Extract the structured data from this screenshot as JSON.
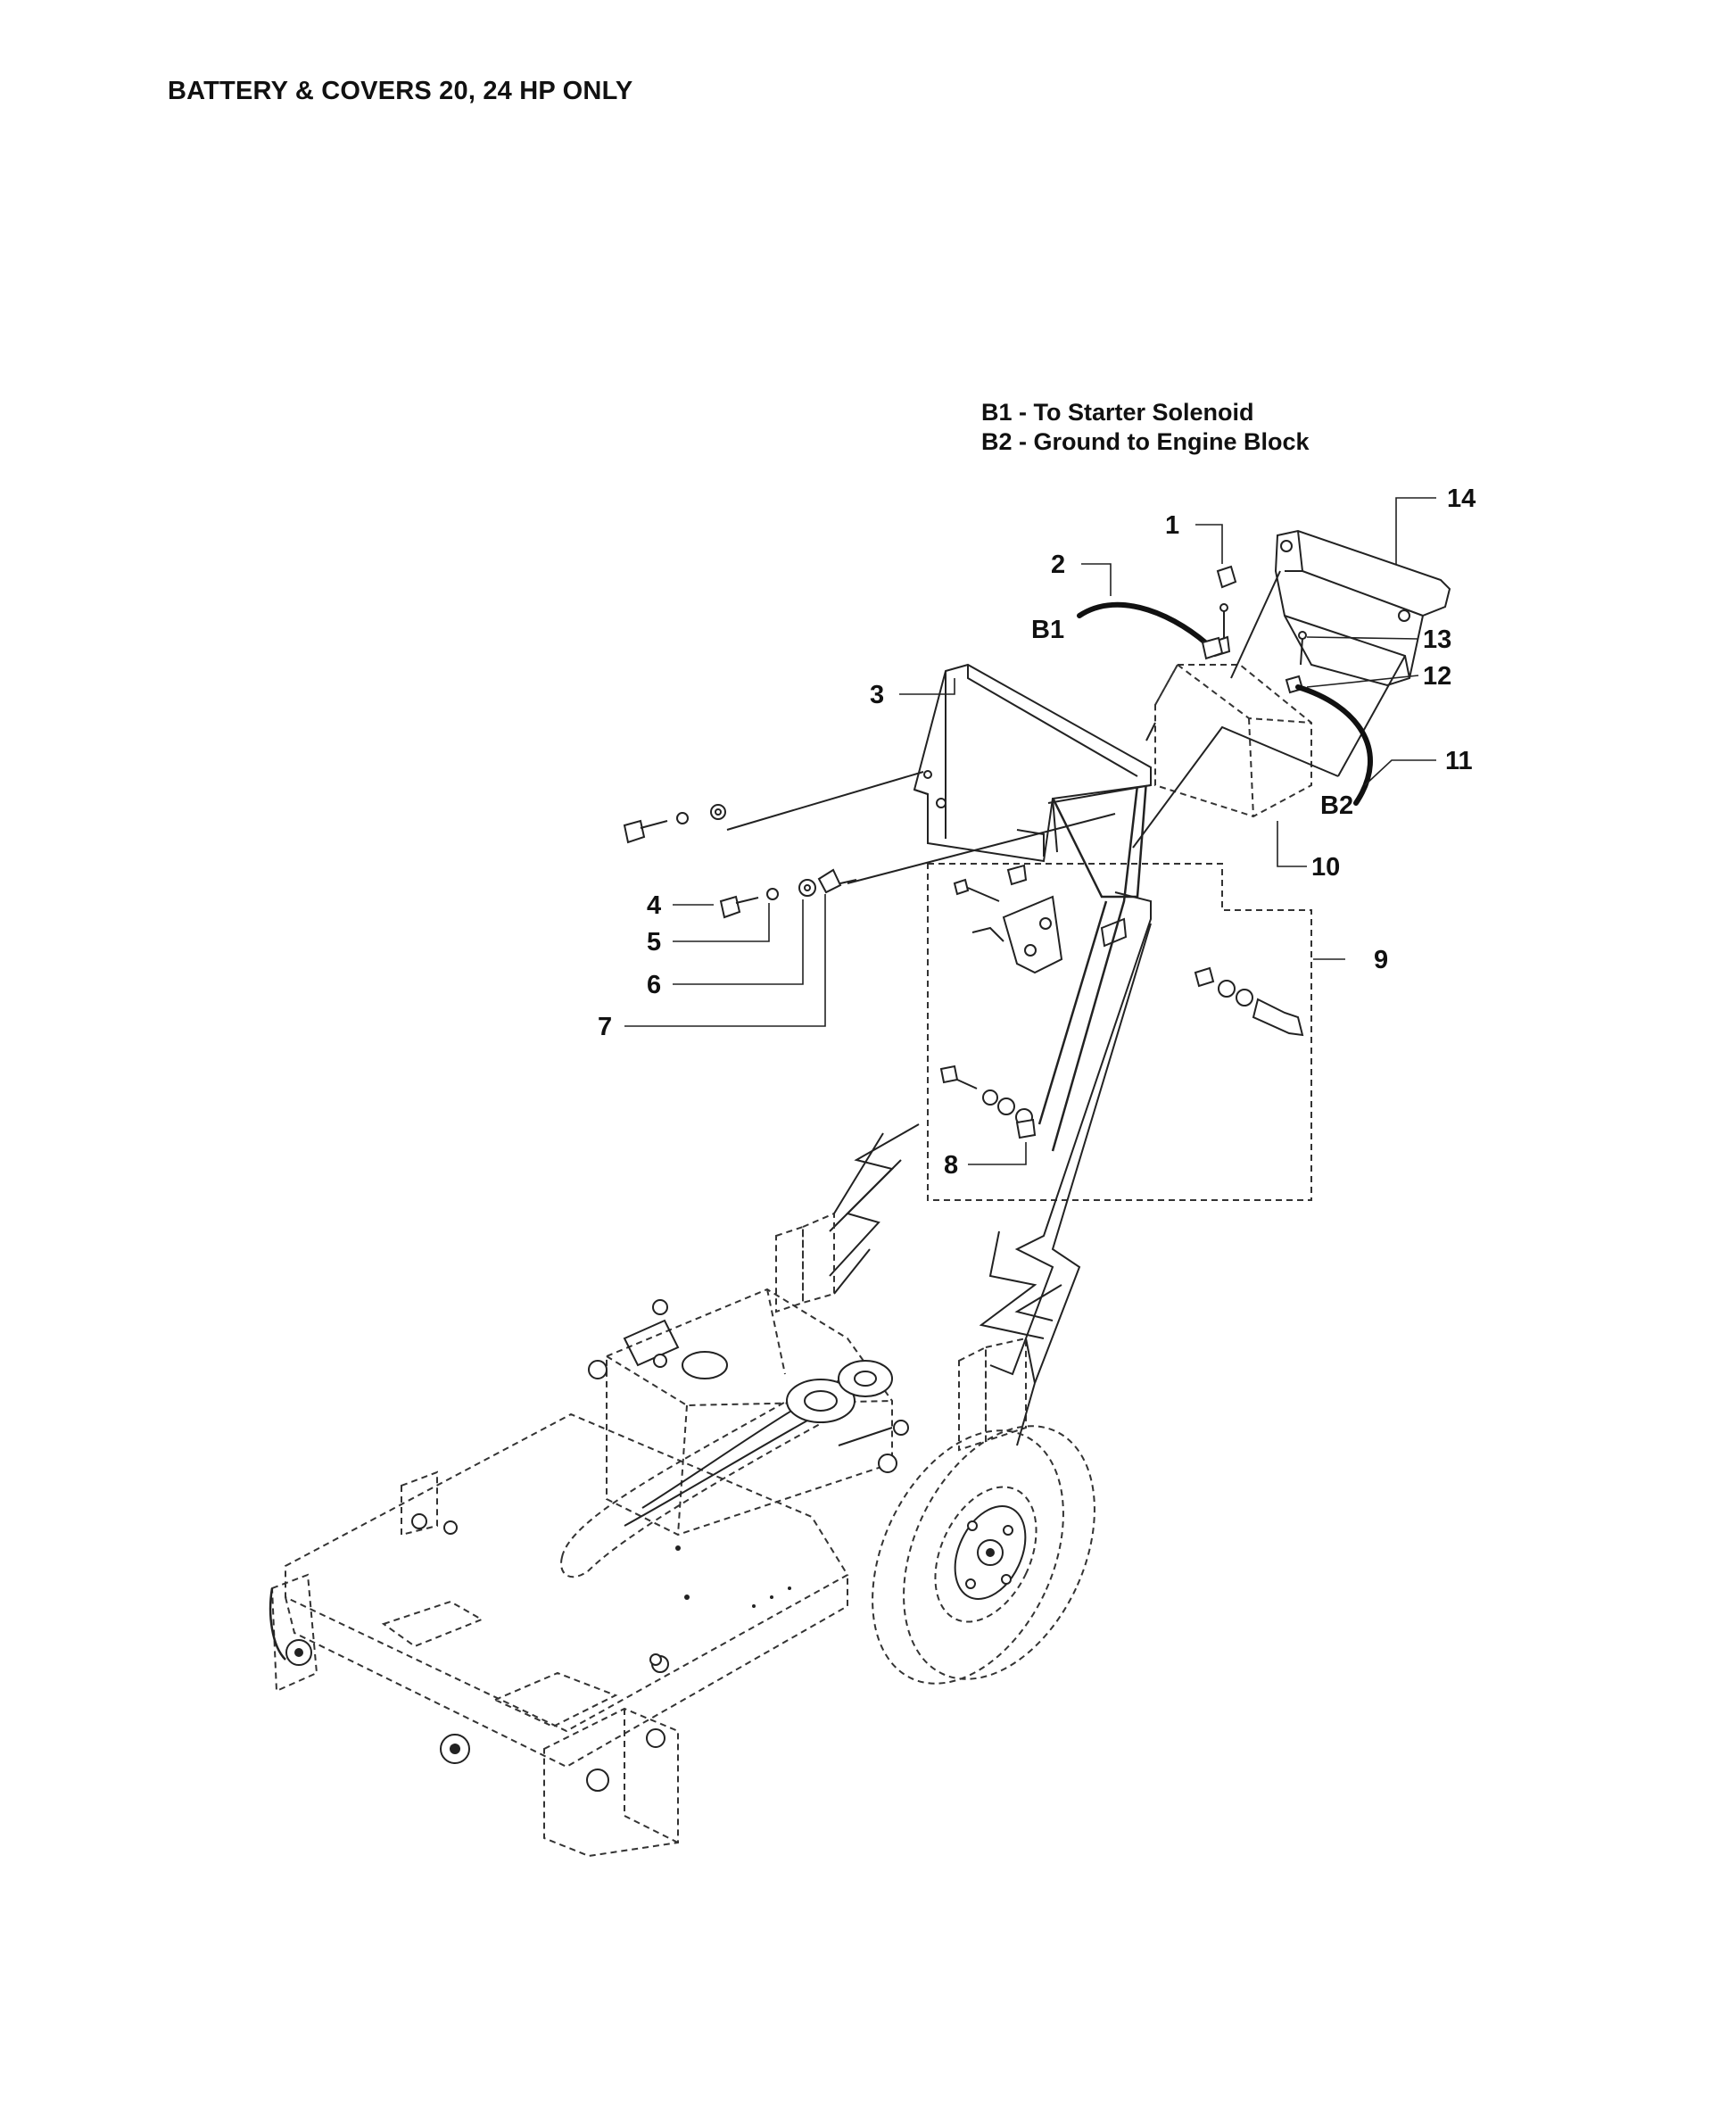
{
  "title": "BATTERY & COVERS 20, 24 HP ONLY",
  "legend": [
    "B1 - To Starter Solenoid",
    "B2 - Ground to Engine Block"
  ],
  "callouts": {
    "c1": "1",
    "c2": "2",
    "c3": "3",
    "c4": "4",
    "c5": "5",
    "c6": "6",
    "c7": "7",
    "c8": "8",
    "c9": "9",
    "c10": "10",
    "c11": "11",
    "c12": "12",
    "c13": "13",
    "c14": "14",
    "b1": "B1",
    "b2": "B2"
  }
}
